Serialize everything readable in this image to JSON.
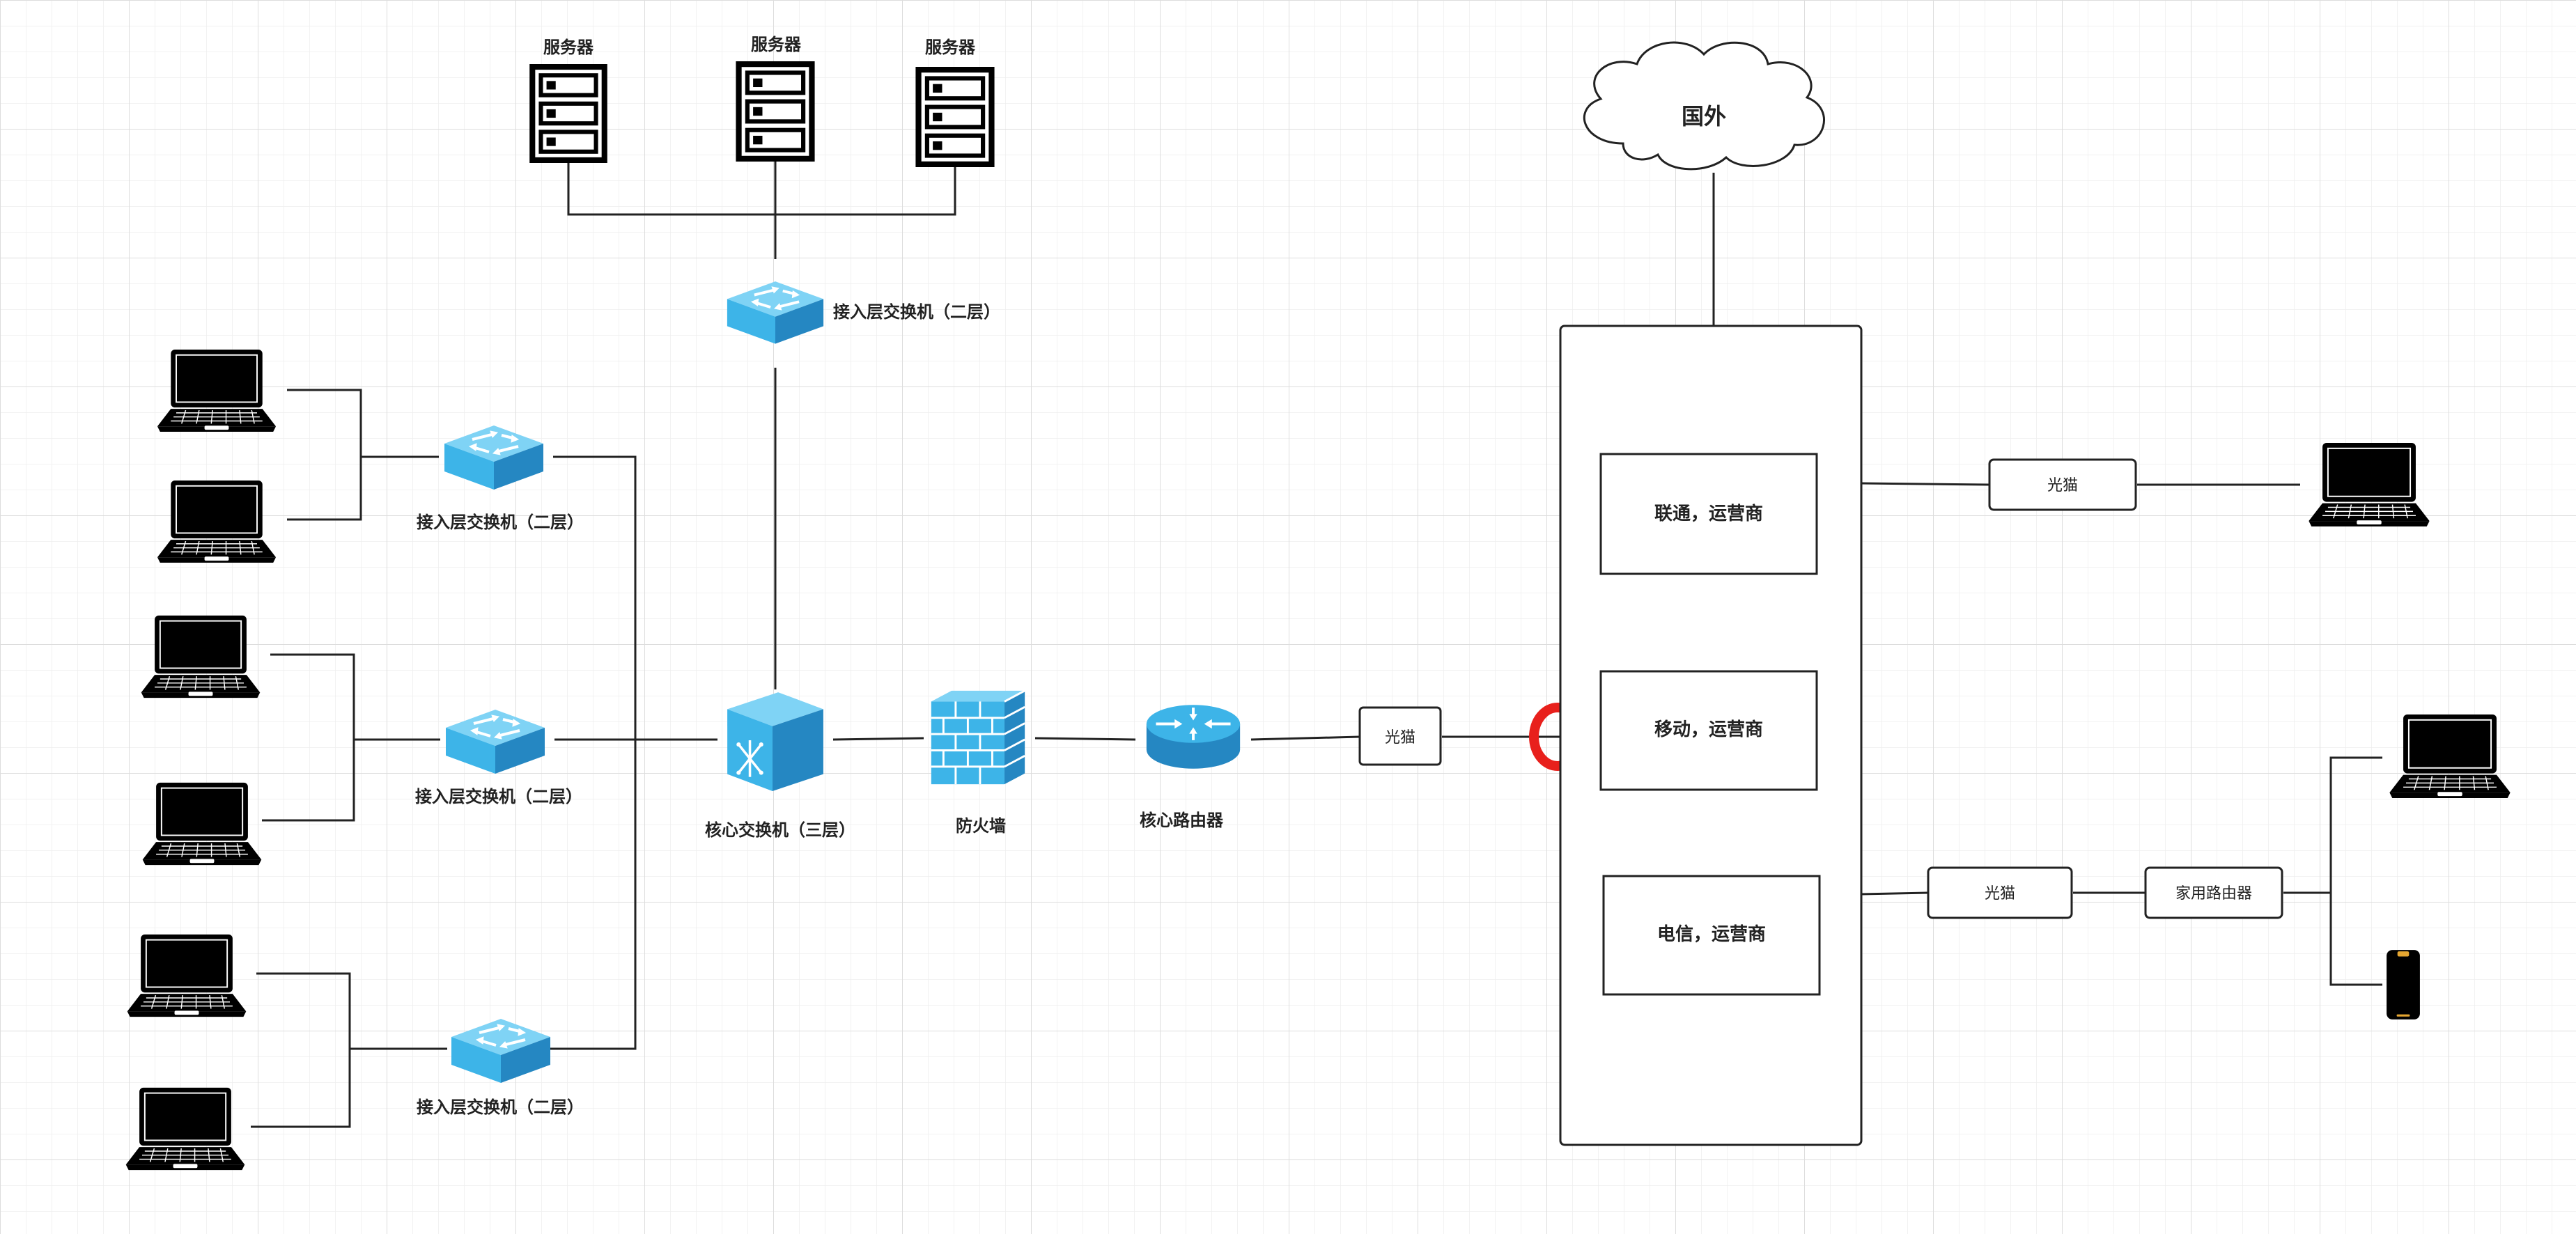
{
  "labels": {
    "server_1": "服务器",
    "server_2": "服务器",
    "server_3": "服务器",
    "abroad": "国外",
    "switch_top": "接入层交换机（二层）",
    "switch_left_1": "接入层交换机（二层）",
    "switch_left_2": "接入层交换机（二层）",
    "switch_left_3": "接入层交换机（二层）",
    "core_switch": "核心交换机（三层）",
    "firewall": "防火墙",
    "core_router": "核心路由器",
    "modem_main": "光猫",
    "modem_right_top": "光猫",
    "modem_right_bottom": "光猫",
    "home_router": "家用路由器",
    "isp_unicom": "联通，运营商",
    "isp_mobile": "移动，运营商",
    "isp_telecom": "电信，运营商"
  },
  "colors": {
    "device_blue": "#3DB4E8",
    "device_blue_dark": "#2587C2",
    "device_blue_light": "#7FD3F5",
    "highlight_red": "#E8201C",
    "line": "#222222",
    "grid": "#E4E4E4"
  },
  "icons": {
    "server": "server-rack-icon",
    "laptop": "laptop-icon",
    "switch": "network-switch-icon",
    "core_switch": "core-switch-icon",
    "firewall": "firewall-icon",
    "router": "router-icon",
    "cloud": "cloud-icon",
    "phone": "smartphone-icon"
  }
}
